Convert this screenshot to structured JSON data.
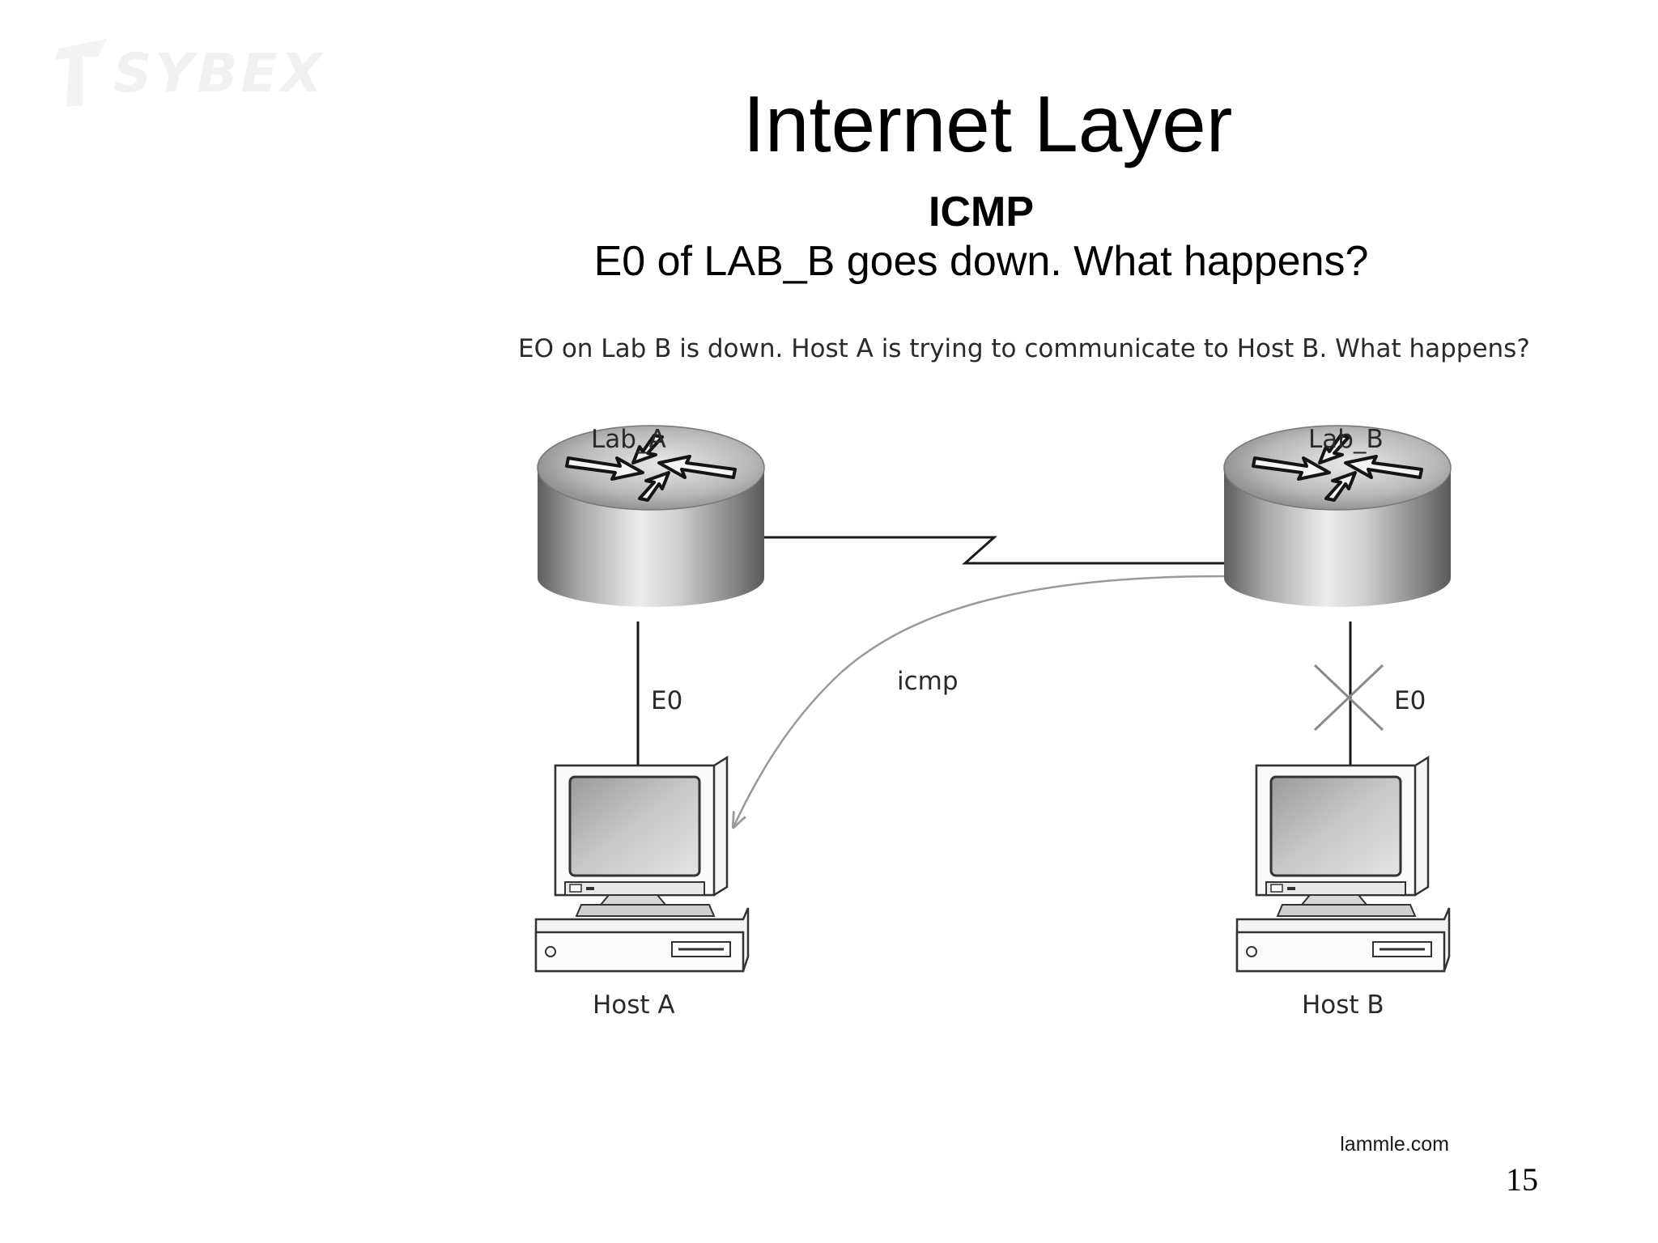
{
  "slide": {
    "logo_text": "SYBEX",
    "title": "Internet Layer",
    "subtitle": "ICMP",
    "question": "E0 of LAB_B goes down. What happens?",
    "source": "lammle.com",
    "page_number": "15"
  },
  "diagram": {
    "caption": "EO on Lab B is down. Host A is trying to communicate to Host B. What happens?",
    "router_a": "Lab_A",
    "router_b": "Lab_B",
    "link_a_label": "E0",
    "link_b_label": "E0",
    "icmp_label": "icmp",
    "host_a": "Host A",
    "host_b": "Host B",
    "link_b_status": "down"
  },
  "colors": {
    "accent": "#000000",
    "router_light": "#f2f2f2",
    "router_dark": "#5a5a5a",
    "icmp_arrow": "#9a9a9a"
  }
}
